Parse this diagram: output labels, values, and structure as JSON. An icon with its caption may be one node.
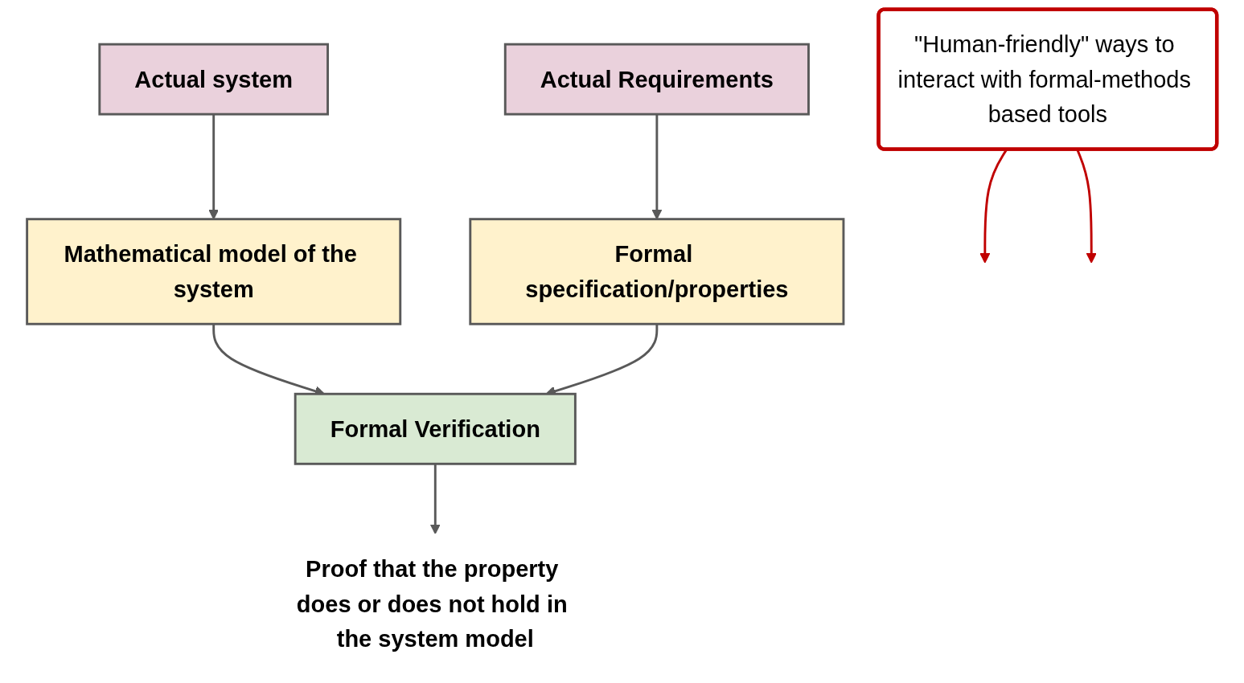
{
  "diagram": {
    "nodes": [
      {
        "text": [
          "Actual system"
        ]
      },
      {
        "text": [
          "\"Human-friendly\" ways to interact with formal-methods based tools"
        ]
      },
      {
        "text": [
          "Actual Requirements"
        ]
      },
      {
        "text": [
          "Mathematical model of the system"
        ]
      },
      {
        "text": [
          "Formal specification/properties"
        ]
      },
      {
        "text": [
          "Formal Verification"
        ]
      },
      {
        "text": [
          "Proof that the property does or does not hold in the system model"
        ]
      }
    ],
    "edges": [
      {
        "from": 0,
        "to": 3,
        "arrow": "to"
      },
      {
        "from": 1,
        "to": null,
        "arrow": "to",
        "color": "#c00000"
      },
      {
        "from": 1,
        "to": null,
        "arrow": "to",
        "color": "#c00000"
      },
      {
        "from": 2,
        "to": 4,
        "arrow": "to"
      },
      {
        "from": 3,
        "to": 5,
        "arrow": "to"
      },
      {
        "from": 4,
        "to": 5,
        "arrow": "to"
      },
      {
        "from": 5,
        "to": 6,
        "arrow": "to"
      }
    ]
  }
}
